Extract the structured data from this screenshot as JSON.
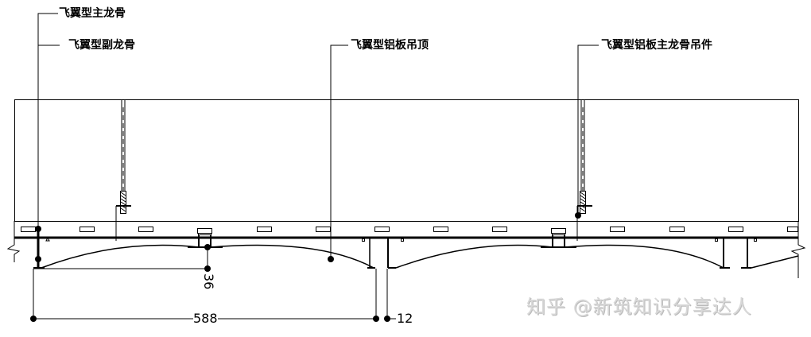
{
  "labels": {
    "main_keel": "飞翼型主龙骨",
    "sub_keel": "飞翼型副龙骨",
    "ceiling": "飞翼型铝板吊顶",
    "hanger": "飞翼型铝板主龙骨吊件"
  },
  "dimensions": {
    "arc_height": "36",
    "span_width": "588",
    "gap_width": "12"
  },
  "watermark": "知乎 @新筑知识分享达人",
  "colors": {
    "line": "#000000",
    "background": "#ffffff",
    "watermark": "#d8d8d8"
  }
}
